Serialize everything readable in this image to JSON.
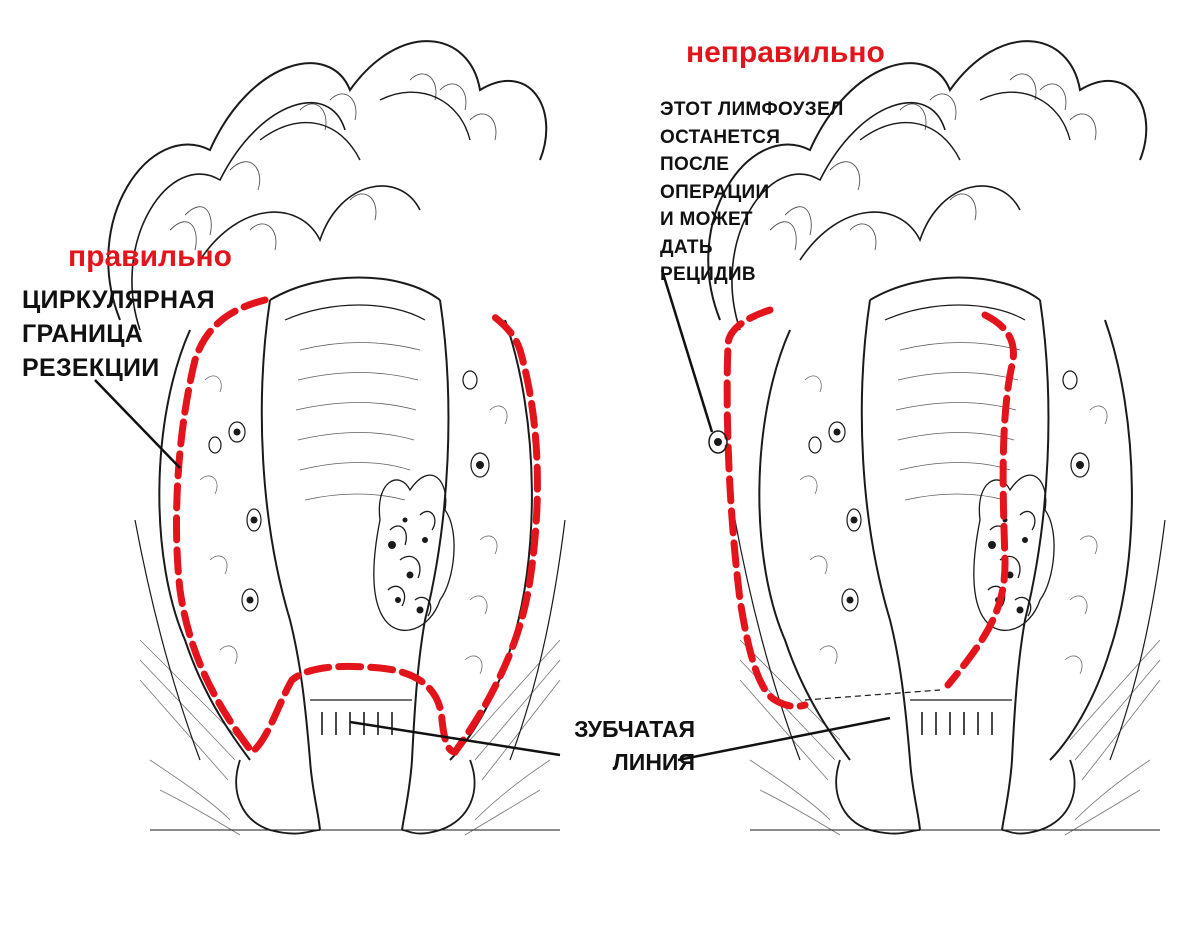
{
  "left_panel": {
    "title": "правильно",
    "label_resection": "ЦИРКУЛЯРНАЯ\nГРАНИЦА\nРЕЗЕКЦИИ"
  },
  "right_panel": {
    "title": "неправильно",
    "label_node": "ЭТОТ ЛИМФОУЗЕЛ\nОСТАНЕТСЯ\nПОСЛЕ\nОПЕРАЦИИ\nИ МОЖЕТ\nДАТЬ\nРЕЦИДИВ"
  },
  "label_dentate": "ЗУБЧАТАЯ\nЛИНИЯ",
  "colors": {
    "highlight_red": "#e3141b",
    "line_ink": "#1a1a1a",
    "background": "#ffffff"
  }
}
